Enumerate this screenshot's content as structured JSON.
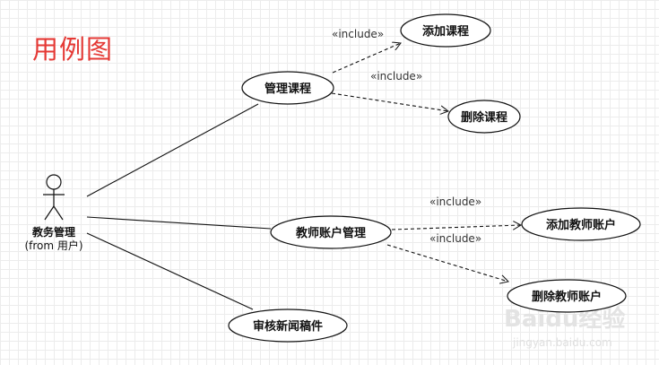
{
  "title": "用例图",
  "actor": {
    "name": "教务管理",
    "from": "(from 用户)"
  },
  "use_cases": {
    "manage_courses": "管理课程",
    "add_course": "添加课程",
    "delete_course": "删除课程",
    "teacher_account_mgmt": "教师账户管理",
    "add_teacher_account": "添加教师账户",
    "delete_teacher_account": "删除教师账户",
    "review_news": "审核新闻稿件"
  },
  "relationships": {
    "include_label": "«include»"
  },
  "watermark": {
    "main": "Baidu经验",
    "sub": "jingyan.baidu.com"
  },
  "colors": {
    "title": "#e53935",
    "grid": "#ececec",
    "line": "#111111"
  }
}
